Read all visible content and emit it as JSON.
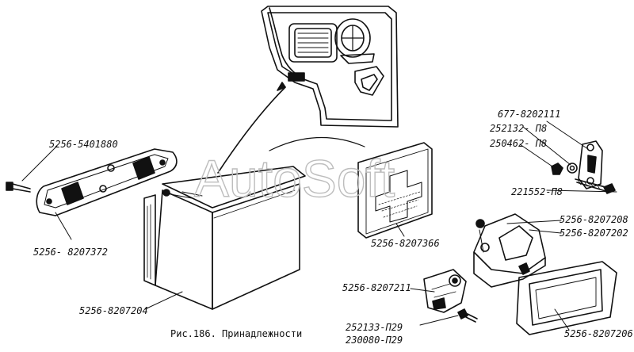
{
  "watermark": "AutoSoft",
  "caption": "Рис.186. Принадлежности",
  "parts": {
    "p_5401880": "5256-5401880",
    "p_8207372": "5256- 8207372",
    "p_8207204": "5256-8207204",
    "p_8207366": "5256-8207366",
    "p_8202111": "677-8202111",
    "p_252132": "252132- П8",
    "p_250462": "250462- П8",
    "p_221552": "221552-П8",
    "p_8207208": "5256-8207208",
    "p_8207202": "5256-8207202",
    "p_8207211": "5256-8207211",
    "p_252133": "252133-П29",
    "p_230080": "230080-П29",
    "p_8207206": "5256-8207206"
  }
}
